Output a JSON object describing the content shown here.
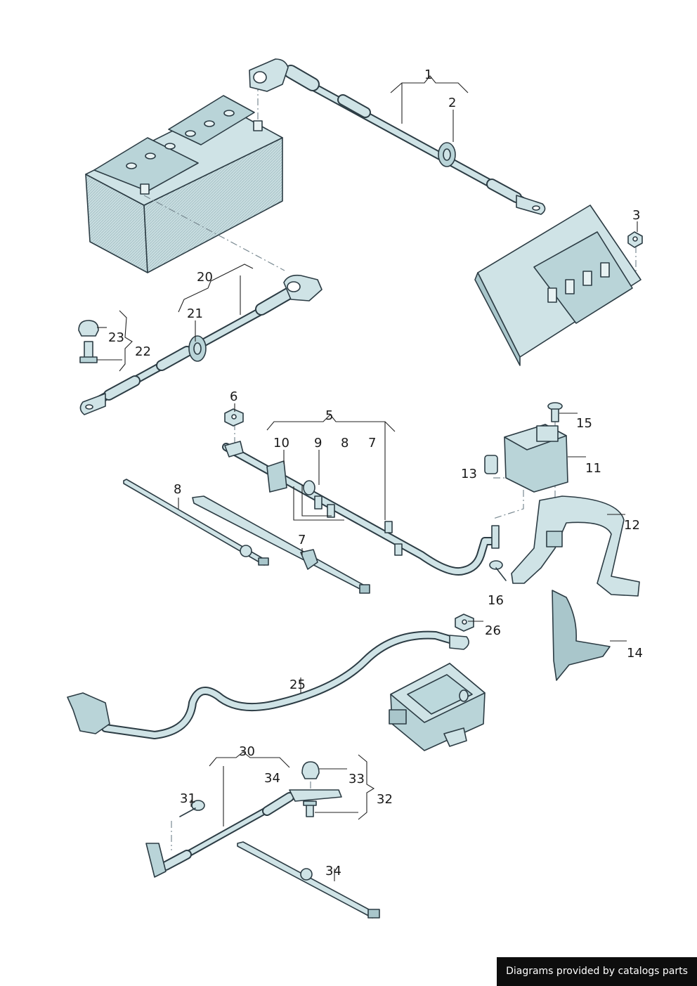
{
  "colors": {
    "part_fill": "#cfe3e6",
    "part_shade": "#a9c6cb",
    "outline": "#2c3c44",
    "label": "#1a1a1a",
    "credit_bg": "#0d0d0d"
  },
  "labels": {
    "l1": "1",
    "l2": "2",
    "l3": "3",
    "l5": "5",
    "l6": "6",
    "l7a": "7",
    "l7b": "7",
    "l8a": "8",
    "l8b": "8",
    "l9": "9",
    "l10": "10",
    "l11": "11",
    "l12": "12",
    "l13": "13",
    "l14": "14",
    "l15": "15",
    "l16": "16",
    "l20": "20",
    "l21": "21",
    "l22": "22",
    "l23": "23",
    "l25": "25",
    "l26": "26",
    "l30": "30",
    "l31": "31",
    "l32": "32",
    "l33": "33",
    "l34a": "34",
    "l34b": "34"
  },
  "credit": "Diagrams provided by catalogs parts"
}
